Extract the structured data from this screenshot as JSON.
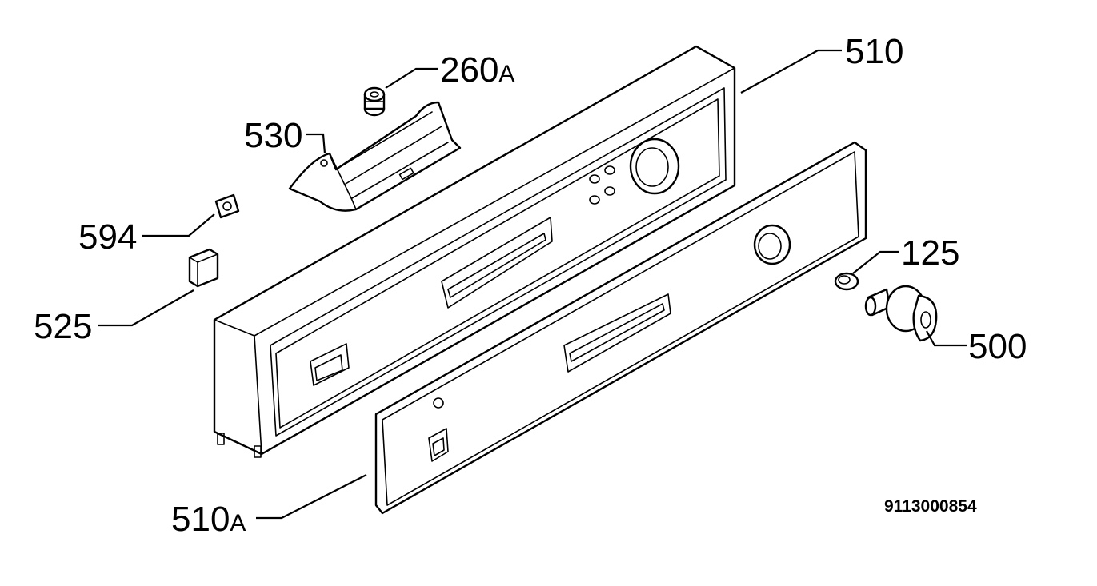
{
  "diagram": {
    "callouts": {
      "c510": "510",
      "c260a_num": "260",
      "c260a_suffix": "A",
      "c530": "530",
      "c594": "594",
      "c525": "525",
      "c125": "125",
      "c500": "500",
      "c510a_num": "510",
      "c510a_suffix": "A"
    },
    "reference_code": "9113000854",
    "colors": {
      "line": "#000000",
      "background": "#ffffff"
    }
  }
}
